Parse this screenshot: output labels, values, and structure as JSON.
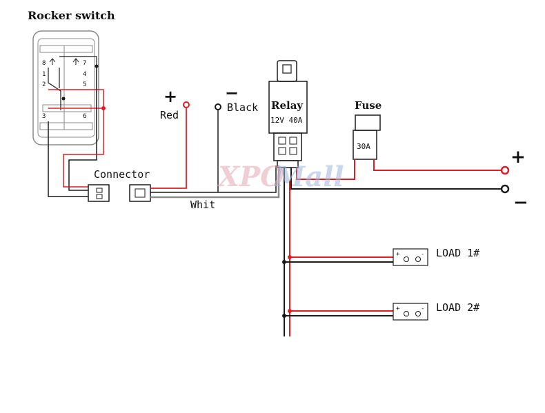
{
  "labels": {
    "rocker_switch": "Rocker switch",
    "connector": "Connector",
    "red": "Red",
    "black": "Black",
    "relay": "Relay",
    "relay_rating": "12V 40A",
    "fuse": "Fuse",
    "fuse_rating": "30A",
    "white": "Whit",
    "load1": "LOAD 1#",
    "load2": "LOAD 2#",
    "plus": "+",
    "minus": "−",
    "watermark_a": "XPO",
    "watermark_b": "Mall"
  },
  "switch_pins": {
    "p8": "8",
    "p7": "7",
    "p1": "1",
    "p4": "4",
    "p2": "2",
    "p5": "5",
    "p3": "3",
    "p6": "6"
  },
  "load_terminals": {
    "plus": "+",
    "minus": "-"
  },
  "colors": {
    "red_wire": "#e01b24",
    "black_wire": "#1a1a1a",
    "gray_outline": "#8a8a8a"
  }
}
